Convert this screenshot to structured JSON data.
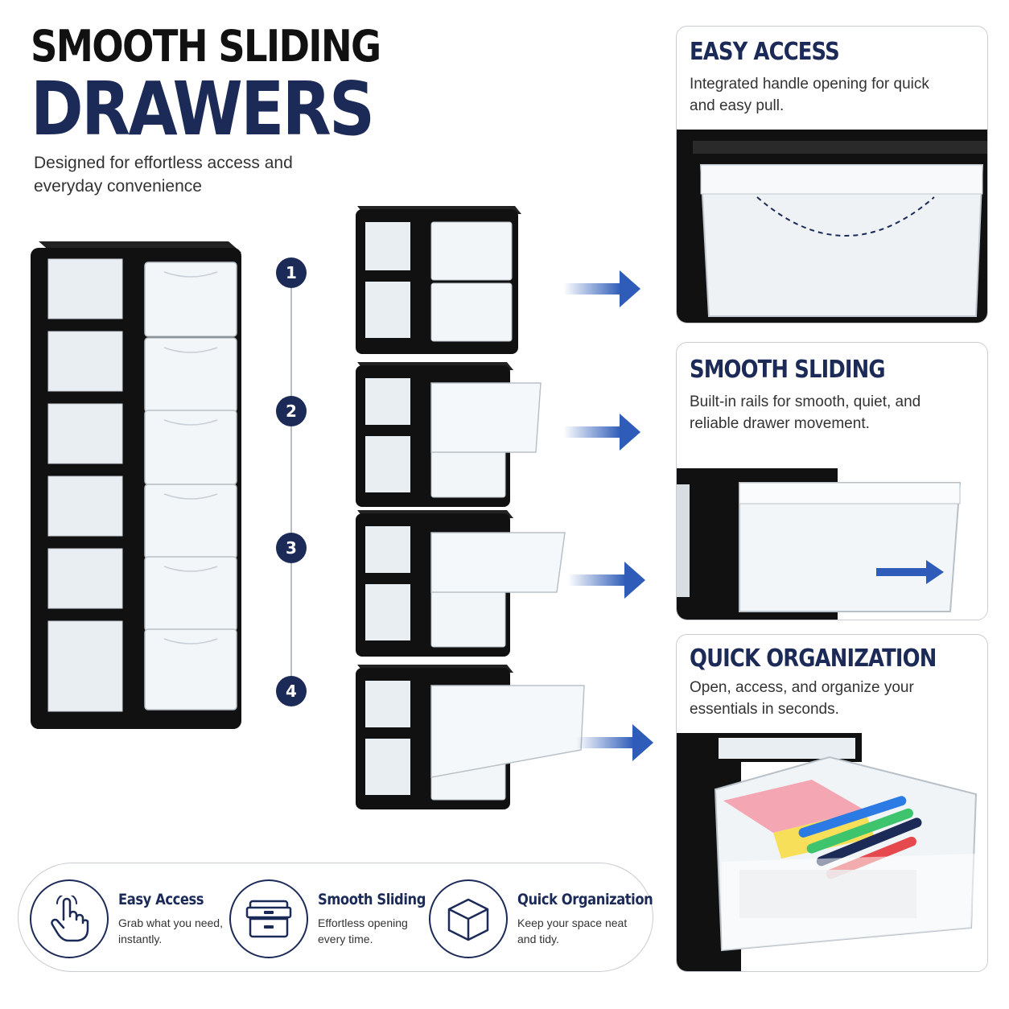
{
  "headline": {
    "line1": "SMOOTH SLIDING",
    "line2": "DRAWERS"
  },
  "subtitle": "Designed for effortless access and everyday convenience",
  "steps": [
    "1",
    "2",
    "3",
    "4"
  ],
  "cards": [
    {
      "title": "EASY ACCESS",
      "body": "Integrated handle opening for quick and easy pull."
    },
    {
      "title": "SMOOTH SLIDING",
      "body": "Built-in rails for smooth, quiet, and reliable drawer movement."
    },
    {
      "title": "QUICK ORGANIZATION",
      "body": "Open, access, and organize your essentials in seconds."
    }
  ],
  "features": [
    {
      "title": "Easy Access",
      "body": "Grab what you need, instantly.",
      "icon": "hand-pointer-icon"
    },
    {
      "title": "Smooth Sliding",
      "body": "Effortless opening every time.",
      "icon": "drawer-cabinet-icon"
    },
    {
      "title": "Quick Organization",
      "body": "Keep your space neat and tidy.",
      "icon": "cube-icon"
    }
  ],
  "colors": {
    "navy": "#1b2a57",
    "arrow_blue": "#2e5cb8",
    "frame_black": "#111111"
  }
}
